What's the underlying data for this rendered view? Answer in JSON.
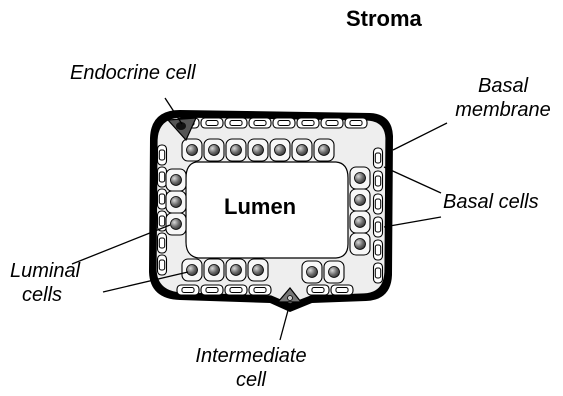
{
  "labels": {
    "stroma": "Stroma",
    "lumen": "Lumen",
    "endocrine_cell": "Endocrine cell",
    "basal_membrane_line1": "Basal",
    "basal_membrane_line2": "membrane",
    "basal_cells": "Basal cells",
    "luminal_cells_line1": "Luminal",
    "luminal_cells_line2": "cells",
    "intermediate_cell_line1": "Intermediate",
    "intermediate_cell_line2": "cell"
  },
  "colors": {
    "membrane": "#000000",
    "cell_fill": "#eeeeee",
    "nucleus": "#555555",
    "endocrine_fill": "#555555",
    "intermediate_fill": "#777777"
  }
}
